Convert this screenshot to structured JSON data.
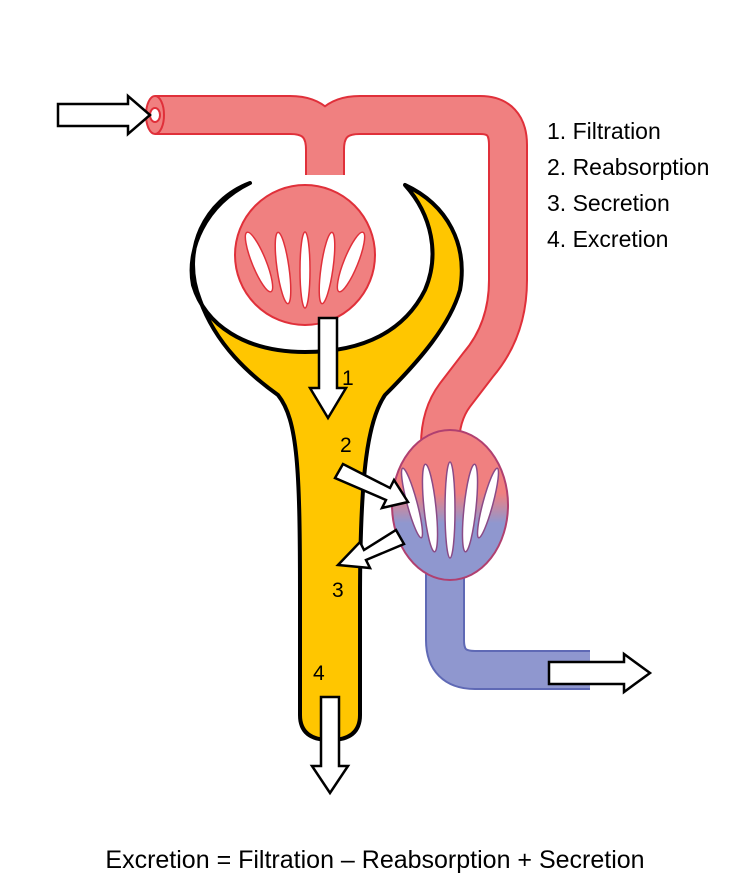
{
  "legend": {
    "items": [
      "1. Filtration",
      "2. Reabsorption",
      "3. Secretion",
      "4. Excretion"
    ]
  },
  "step_numbers": [
    "1",
    "2",
    "3",
    "4"
  ],
  "equation": "Excretion = Filtration – Reabsorption + Secretion",
  "colors": {
    "arterial": "#f08080",
    "arterial_stroke": "#e0303a",
    "venous": "#8f97cf",
    "venous_stroke": "#5f69b5",
    "tubule": "#ffc600",
    "outline": "#000000",
    "arrow_fill": "#ffffff"
  }
}
